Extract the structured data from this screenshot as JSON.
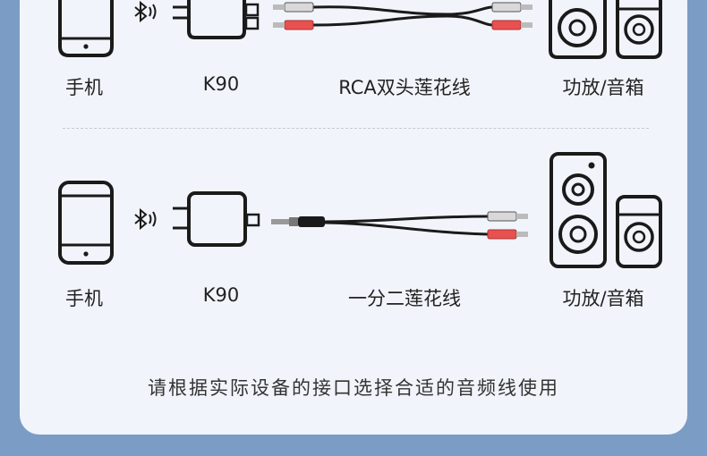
{
  "row1": {
    "phone_label": "手机",
    "device_label": "K90",
    "cable_label": "RCA双头莲花线",
    "speaker_label": "功放/音箱"
  },
  "row2": {
    "phone_label": "手机",
    "device_label": "K90",
    "cable_label": "一分二莲花线",
    "speaker_label": "功放/音箱"
  },
  "footer_text": "请根据实际设备的接口选择合适的音频线使用",
  "colors": {
    "background": "#7b9cc4",
    "card": "#f1f4fa",
    "stroke": "#1a1a1a",
    "plug_white": "#d9d9d9",
    "plug_red": "#e8514f"
  }
}
